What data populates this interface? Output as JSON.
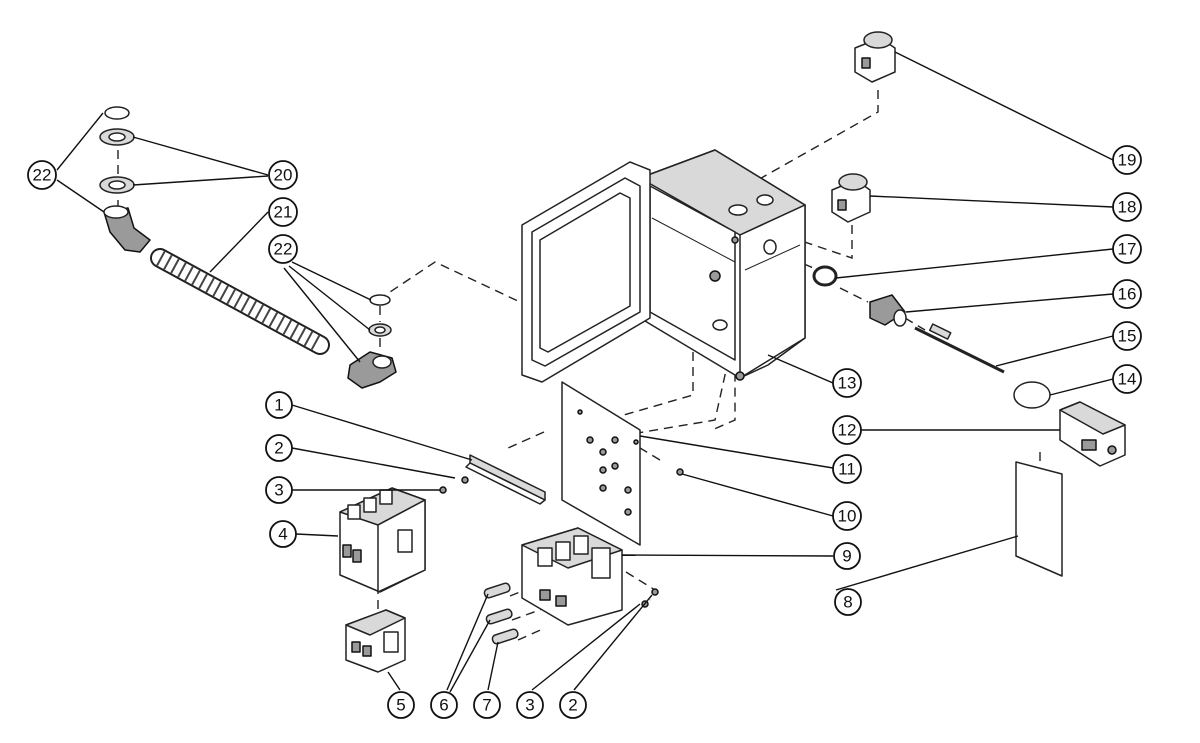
{
  "callouts": [
    {
      "id": "c1",
      "label": "1"
    },
    {
      "id": "c2a",
      "label": "2"
    },
    {
      "id": "c3a",
      "label": "3"
    },
    {
      "id": "c4",
      "label": "4"
    },
    {
      "id": "c5",
      "label": "5"
    },
    {
      "id": "c6",
      "label": "6"
    },
    {
      "id": "c7",
      "label": "7"
    },
    {
      "id": "c3b",
      "label": "3"
    },
    {
      "id": "c2b",
      "label": "2"
    },
    {
      "id": "c8",
      "label": "8"
    },
    {
      "id": "c9",
      "label": "9"
    },
    {
      "id": "c10",
      "label": "10"
    },
    {
      "id": "c11",
      "label": "11"
    },
    {
      "id": "c12",
      "label": "12"
    },
    {
      "id": "c13",
      "label": "13"
    },
    {
      "id": "c14",
      "label": "14"
    },
    {
      "id": "c15",
      "label": "15"
    },
    {
      "id": "c16",
      "label": "16"
    },
    {
      "id": "c17",
      "label": "17"
    },
    {
      "id": "c18",
      "label": "18"
    },
    {
      "id": "c19",
      "label": "19"
    },
    {
      "id": "c20",
      "label": "20"
    },
    {
      "id": "c21",
      "label": "21"
    },
    {
      "id": "c22a",
      "label": "22"
    },
    {
      "id": "c22b",
      "label": "22"
    }
  ]
}
